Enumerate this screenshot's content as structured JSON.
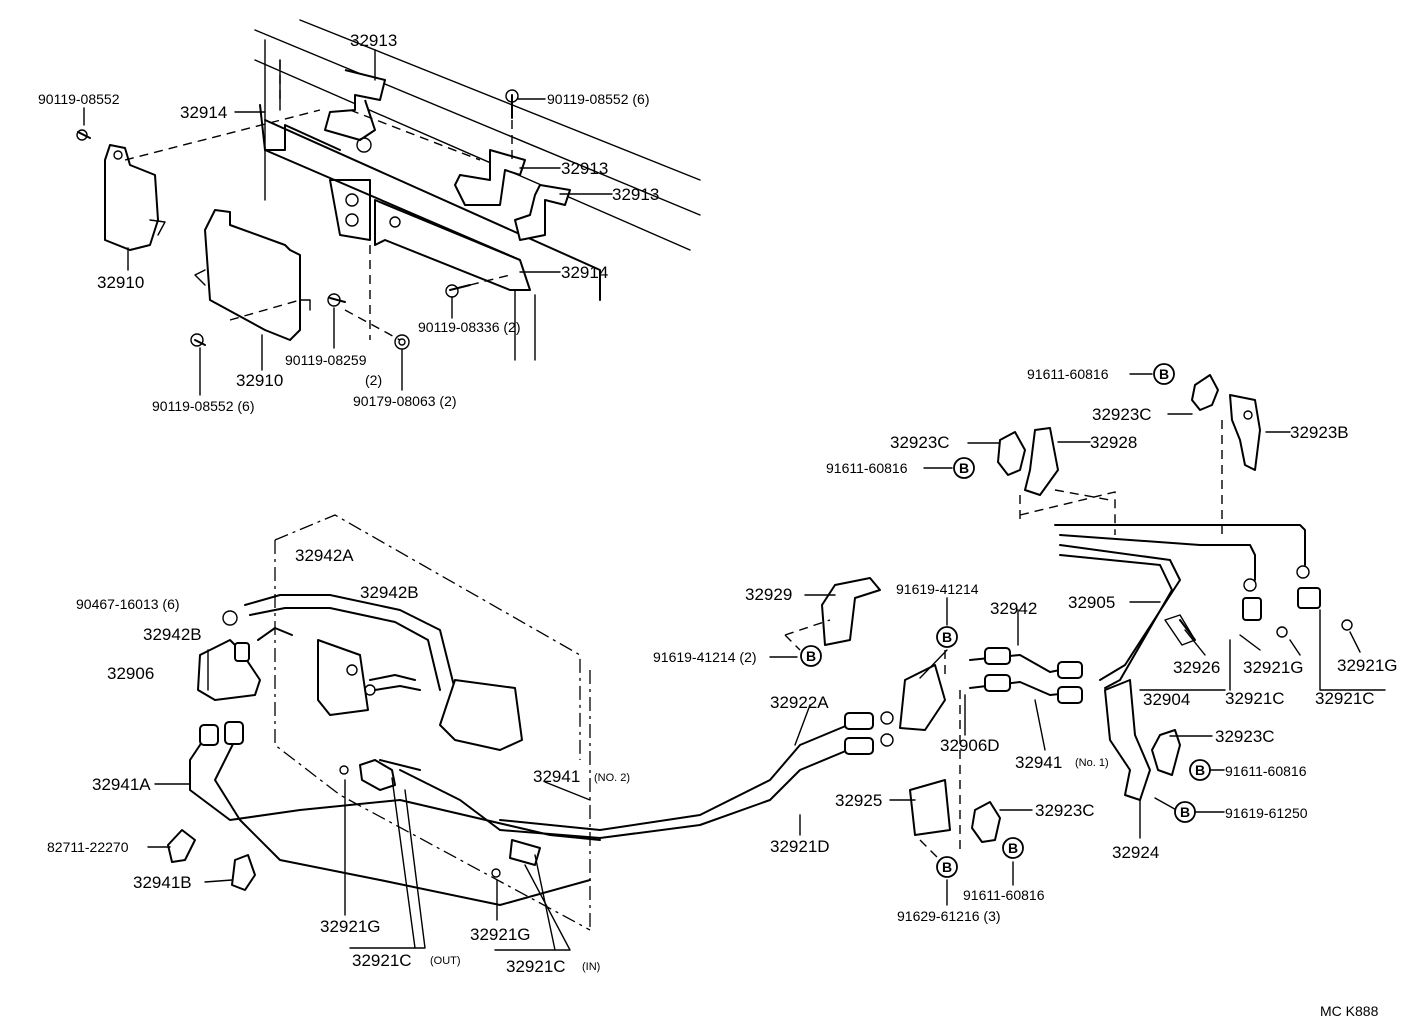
{
  "labels": {
    "p32913a": "32913",
    "p90119_08552a": "90119-08552",
    "p32914a": "32914",
    "p90119_08552_6a": "90119-08552 (6)",
    "p32913b": "32913",
    "p32913c": "32913",
    "p32914b": "32914",
    "p32910a": "32910",
    "p32910b": "32910",
    "p90119_08336": "90119-08336 (2)",
    "p90119_08259": "90119-08259",
    "p90119_08259_qty": "(2)",
    "p90119_08552_6b": "90119-08552 (6)",
    "p90179_08063": "90179-08063 (2)",
    "p91611_60816a": "91611-60816",
    "p32923Ca": "32923C",
    "p32923B": "32923B",
    "p32923Cb": "32923C",
    "p32928": "32928",
    "p91611_60816b": "91611-60816",
    "p32942A": "32942A",
    "p32942Ba": "32942B",
    "p90467": "90467-16013 (6)",
    "p32942Bb": "32942B",
    "p32906": "32906",
    "p32929": "32929",
    "p91619_41214a": "91619-41214",
    "p32942": "32942",
    "p32905": "32905",
    "p91619_41214b": "91619-41214 (2)",
    "p32926": "32926",
    "p32921Ga": "32921G",
    "p32921Gb": "32921G",
    "p32904": "32904",
    "p32921Ca": "32921C",
    "p32921Cb": "32921C",
    "p32922A": "32922A",
    "p32906D": "32906D",
    "p32923Cc": "32923C",
    "p32941No1": "32941",
    "p32941No1_sub": "(No. 1)",
    "p91611_60816c": "91611-60816",
    "p32941A": "32941A",
    "p32941No2": "32941",
    "p32941No2_sub": "(NO. 2)",
    "p32925": "32925",
    "p32923Cd": "32923C",
    "p91619_61250": "91619-61250",
    "p82711": "82711-22270",
    "p32921D": "32921D",
    "p32924": "32924",
    "p32941B": "32941B",
    "p91611_60816d": "91611-60816",
    "p91629": "91629-61216 (3)",
    "p32921Gc": "32921G",
    "p32921Gd": "32921G",
    "p32921Cc": "32921C",
    "p32921Cc_sub": "(OUT)",
    "p32921Cd": "32921C",
    "p32921Cd_sub": "(IN)"
  },
  "callout_letter": "B",
  "footer_code": "MC  K888"
}
